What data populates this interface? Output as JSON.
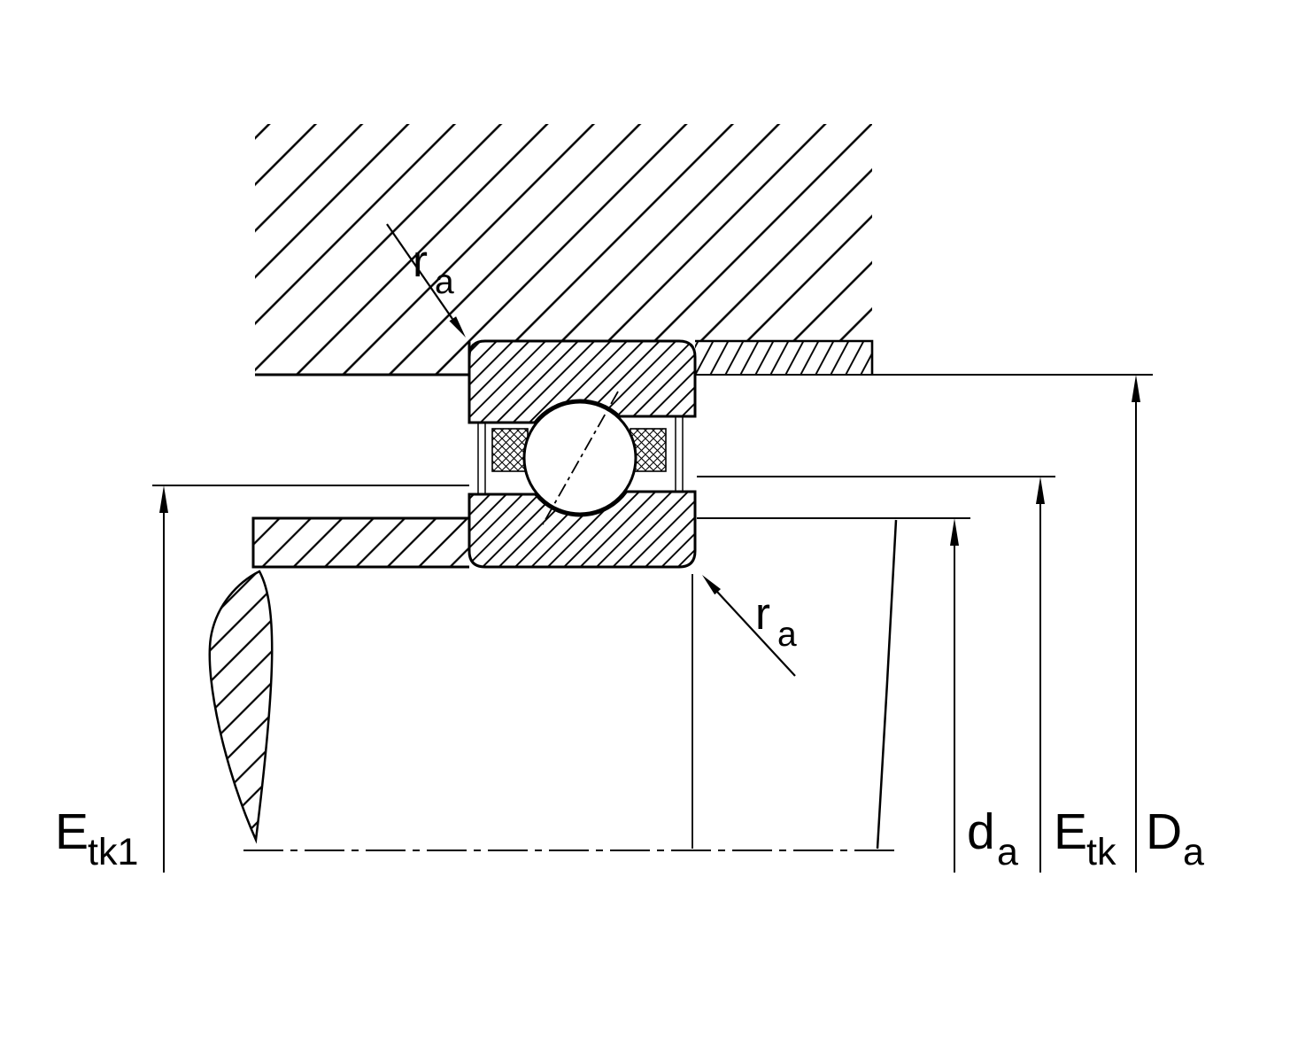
{
  "diagram": {
    "type": "bearing-mounting-cross-section",
    "labels": {
      "ra_top": {
        "base": "r",
        "sub": "a"
      },
      "ra_bottom": {
        "base": "r",
        "sub": "a"
      },
      "E_tk1": {
        "base": "E",
        "sub": "tk1"
      },
      "d_a": {
        "base": "d",
        "sub": "a"
      },
      "E_tk": {
        "base": "E",
        "sub": "tk"
      },
      "D_a": {
        "base": "D",
        "sub": "a"
      }
    },
    "colors": {
      "line": "#000000",
      "background": "#ffffff"
    }
  }
}
